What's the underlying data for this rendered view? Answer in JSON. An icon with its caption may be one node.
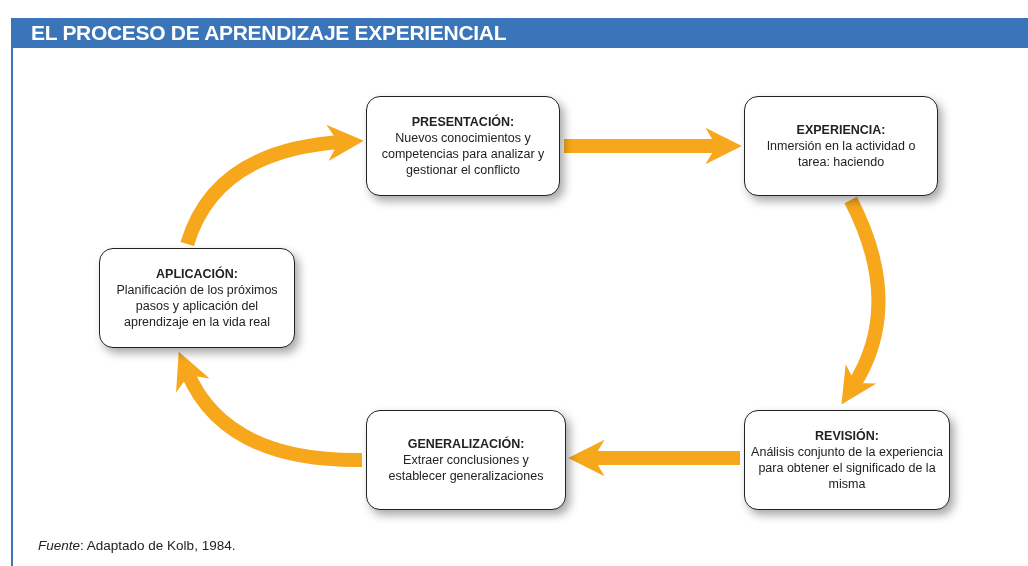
{
  "diagram": {
    "title": "EL PROCESO DE APRENDIZAJE EXPERIENCIAL",
    "caption": "*Fuente*: Adaptado de Kolb, 1984.",
    "nodes": [
      {
        "text": [
          "PRESENTACIÓN:",
          "Nuevos conocimientos y competencias para analizar y gestionar el conflicto"
        ]
      },
      {
        "text": [
          "EXPERIENCIA:",
          "Inmersión en la actividad o tarea: haciendo"
        ]
      },
      {
        "text": [
          "APLICACIÓN:",
          "Planificación de los próximos pasos y aplicación del aprendizaje en la vida real"
        ]
      },
      {
        "text": [
          "GENERALIZACIÓN:",
          "Extraer conclusiones y establecer generalizaciones"
        ]
      },
      {
        "text": [
          "REVISIÓN:",
          "Análisis conjunto de la experiencia para obtener el significado de la misma"
        ]
      }
    ],
    "edges": [
      {
        "from": 2,
        "to": 0,
        "arrow": "to"
      },
      {
        "from": 0,
        "to": 1,
        "arrow": "to"
      },
      {
        "from": 1,
        "to": 4,
        "arrow": "to"
      },
      {
        "from": 4,
        "to": 3,
        "arrow": "to"
      },
      {
        "from": 3,
        "to": 2,
        "arrow": "to"
      }
    ]
  }
}
